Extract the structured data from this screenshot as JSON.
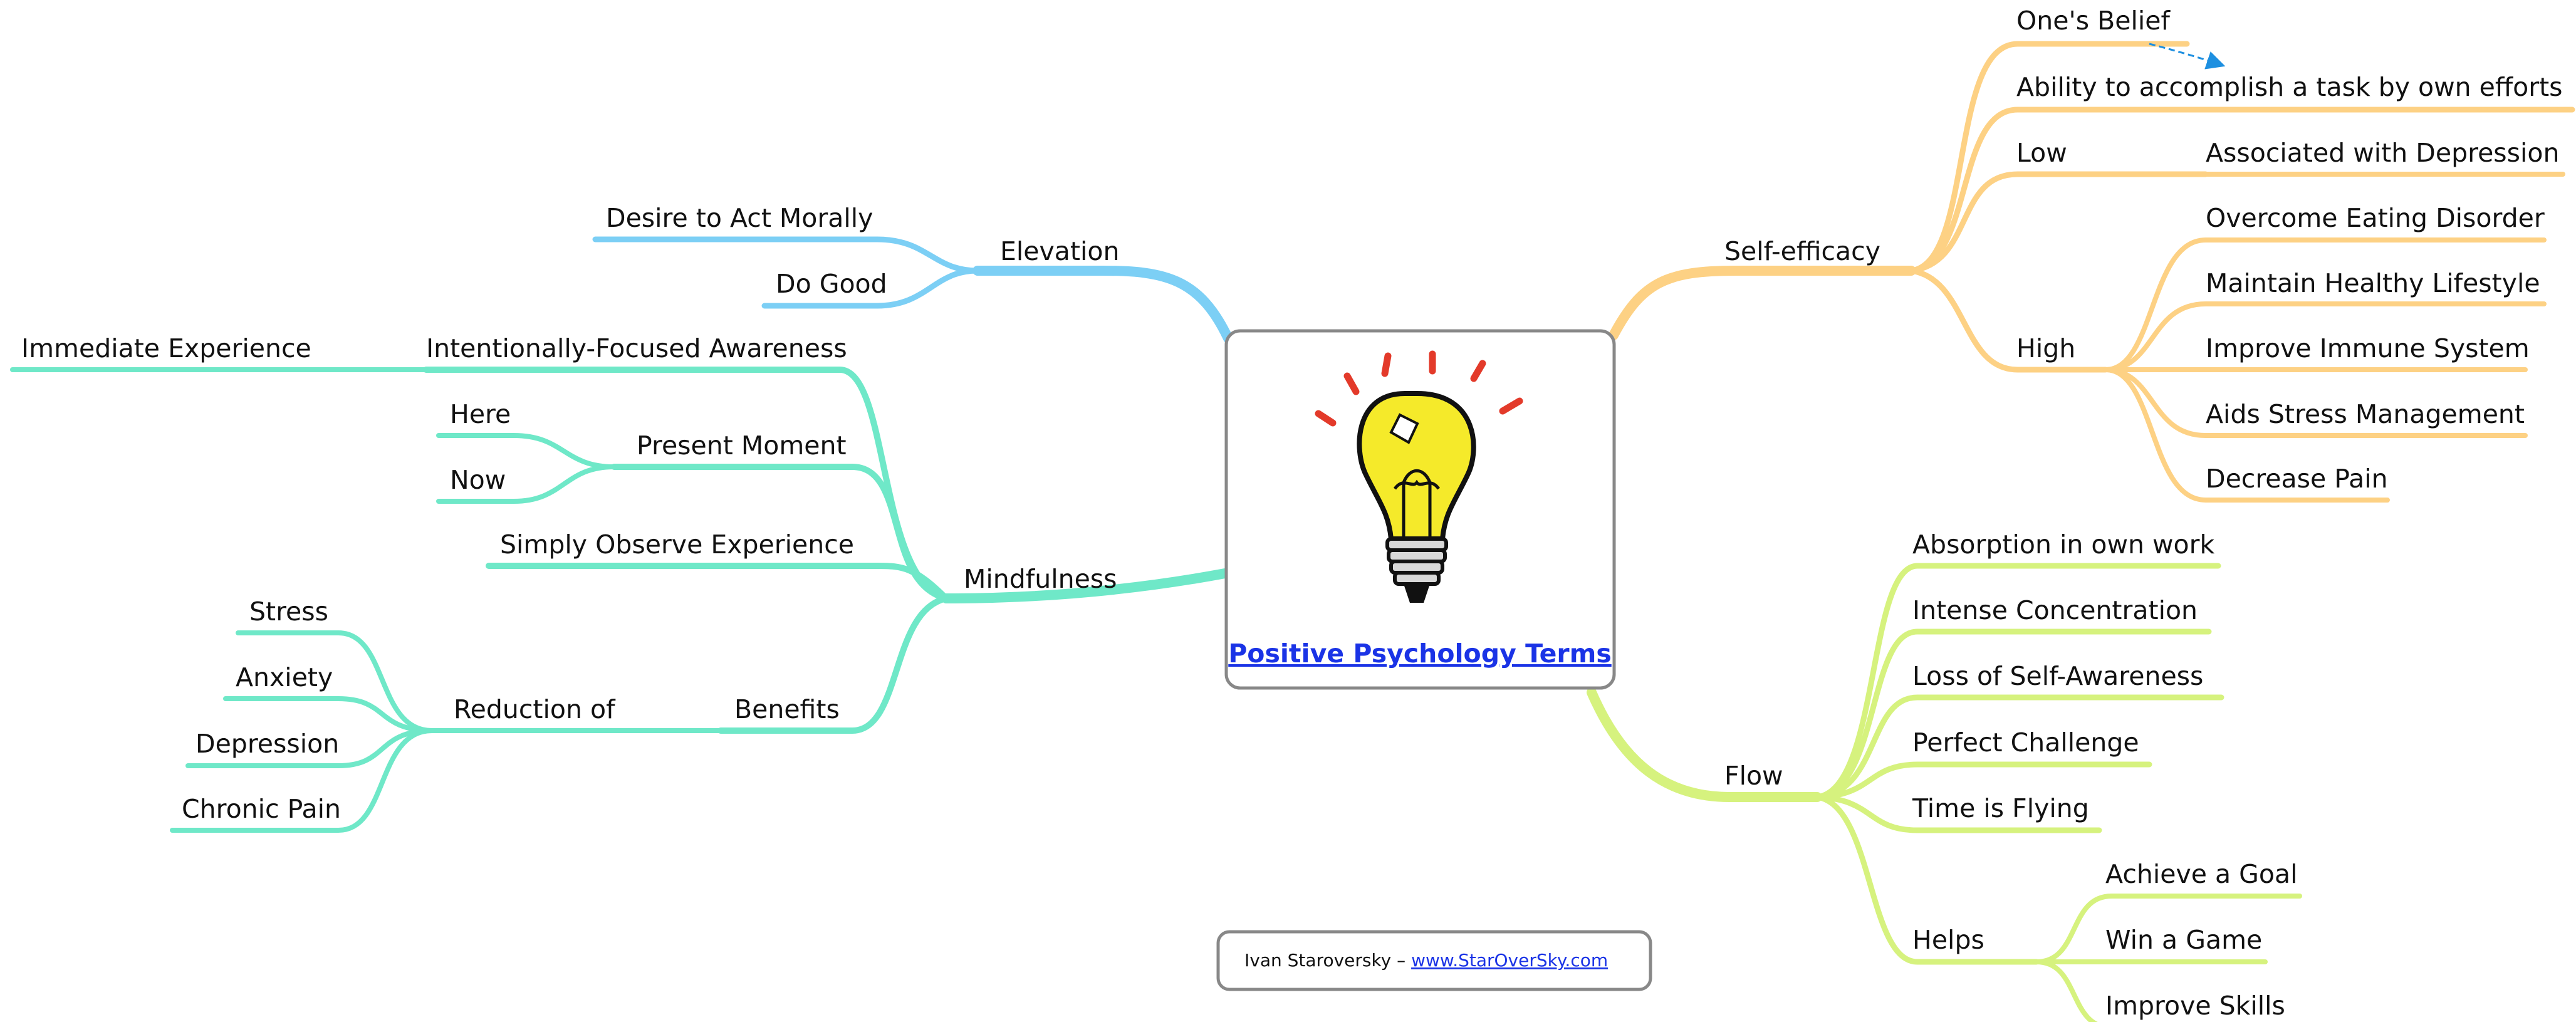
{
  "center": {
    "title": "Positive Psychology Terms"
  },
  "credit": {
    "author": "Ivan Staroversky – ",
    "site": "www.StarOverSky.com"
  },
  "colors": {
    "elevation": "#7ccff5",
    "mindfulness": "#6fe8c8",
    "self_efficacy": "#fdd184",
    "flow": "#d6f27e"
  },
  "branches": {
    "elevation": {
      "label": "Elevation",
      "children": [
        "Desire to Act Morally",
        "Do Good"
      ]
    },
    "mindfulness": {
      "label": "Mindfulness",
      "intentional": {
        "label": "Intentionally-Focused Awareness",
        "child": "Immediate Experience"
      },
      "present": {
        "label": "Present Moment",
        "children": [
          "Here",
          "Now"
        ]
      },
      "observe": "Simply Observe Experience",
      "benefits": {
        "label": "Benefits",
        "reduction": {
          "label": "Reduction of",
          "children": [
            "Stress",
            "Anxiety",
            "Depression",
            "Chronic Pain"
          ]
        }
      }
    },
    "self_efficacy": {
      "label": "Self-efficacy",
      "belief": "One's Belief",
      "ability": "Ability to accomplish a task by own efforts",
      "low": {
        "label": "Low",
        "child": "Associated with Depression"
      },
      "high": {
        "label": "High",
        "children": [
          "Overcome Eating Disorder",
          "Maintain Healthy Lifestyle",
          "Improve Immune System",
          "Aids Stress Management",
          "Decrease Pain"
        ]
      }
    },
    "flow": {
      "label": "Flow",
      "children": [
        "Absorption in own work",
        "Intense Concentration",
        "Loss of Self-Awareness",
        "Perfect Challenge",
        "Time is Flying"
      ],
      "helps": {
        "label": "Helps",
        "children": [
          "Achieve a Goal",
          "Win a Game",
          "Improve Skills"
        ]
      }
    }
  }
}
